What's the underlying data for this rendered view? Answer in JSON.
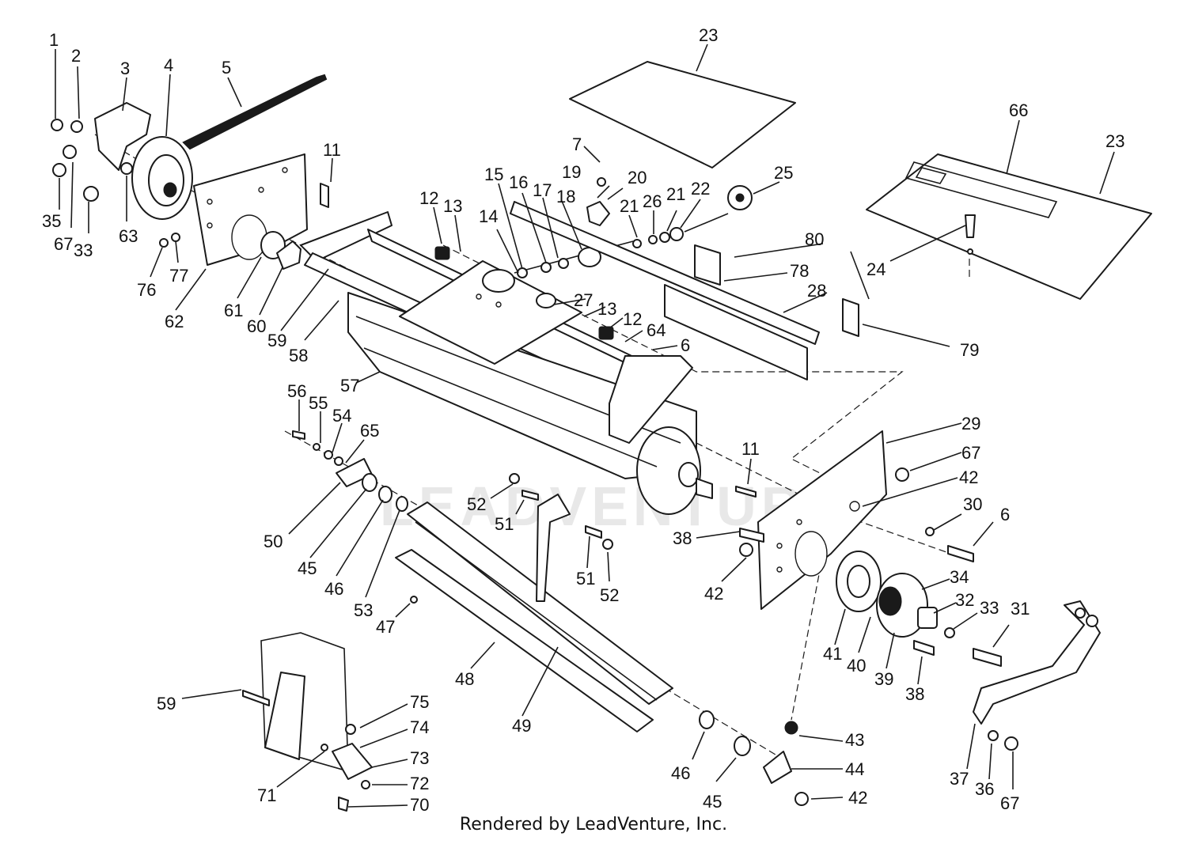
{
  "watermark": "LEADVENTURE",
  "caption": "Rendered by LeadVenture, Inc.",
  "callouts": [
    "1",
    "2",
    "3",
    "4",
    "5",
    "23",
    "66",
    "23",
    "7",
    "19",
    "20",
    "25",
    "11",
    "12",
    "13",
    "15",
    "16",
    "17",
    "18",
    "21",
    "26",
    "21",
    "22",
    "80",
    "14",
    "78",
    "24",
    "35",
    "67",
    "33",
    "63",
    "76",
    "77",
    "62",
    "61",
    "60",
    "59",
    "58",
    "27",
    "13",
    "12",
    "64",
    "6",
    "28",
    "79",
    "57",
    "56",
    "55",
    "54",
    "65",
    "29",
    "67",
    "42",
    "11",
    "52",
    "51",
    "50",
    "45",
    "46",
    "53",
    "38",
    "30",
    "6",
    "51",
    "52",
    "42",
    "34",
    "32",
    "33",
    "31",
    "47",
    "41",
    "40",
    "39",
    "38",
    "48",
    "49",
    "75",
    "74",
    "73",
    "72",
    "70",
    "71",
    "59",
    "43",
    "44",
    "42",
    "46",
    "45",
    "37",
    "36",
    "67"
  ]
}
